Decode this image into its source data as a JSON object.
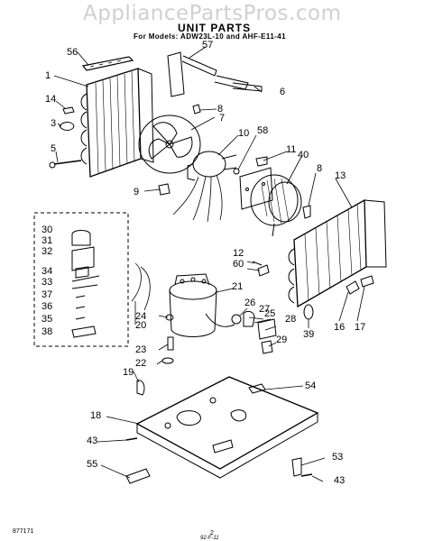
{
  "watermark": "AppliancePartsPros.com",
  "title": "UNIT PARTS",
  "subtitle": "For Models: ADW23L-10 and AHF-E11-41",
  "labels": [
    "56",
    "57",
    "1",
    "6",
    "14",
    "8",
    "7",
    "3",
    "10",
    "58",
    "11",
    "40",
    "5",
    "9",
    "8",
    "13",
    "30",
    "31",
    "32",
    "12",
    "60",
    "34",
    "33",
    "21",
    "37",
    "26",
    "27",
    "36",
    "25",
    "28",
    "35",
    "24",
    "38",
    "20",
    "23",
    "29",
    "39",
    "16",
    "17",
    "22",
    "19",
    "54",
    "18",
    "43",
    "53",
    "55",
    "43"
  ],
  "footer": {
    "doc_number": "877171",
    "page": "2",
    "date": "92-F-11"
  }
}
